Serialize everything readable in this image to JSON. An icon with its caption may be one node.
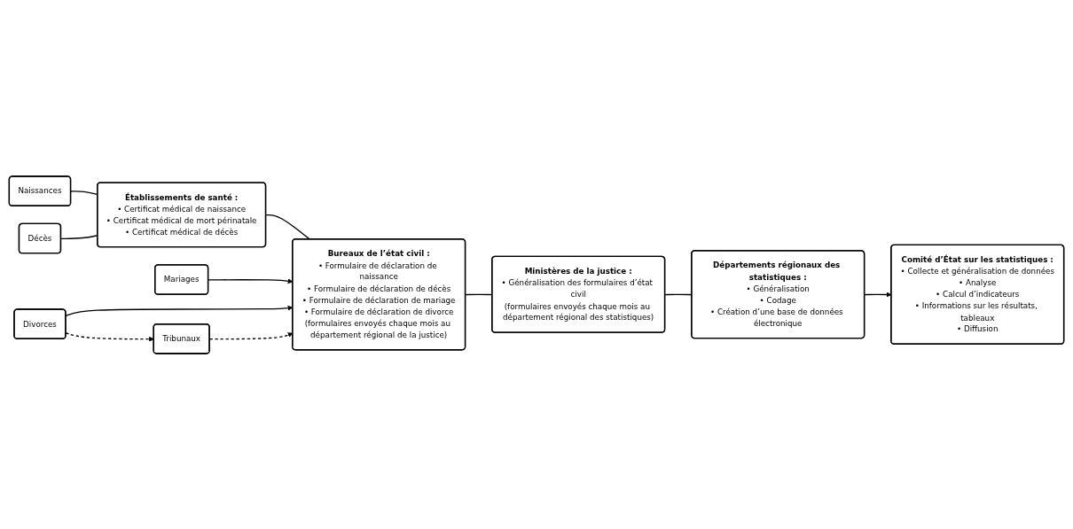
{
  "diagram": {
    "nodes": [
      {
        "text": [
          "Naissances"
        ]
      },
      {
        "text": [
          "Décès"
        ]
      },
      {
        "text": [
          "Établissements de santé :",
          "• Certificat médical de naissance",
          "• Certificat médical de mort périnatale",
          "• Certificat médical de décès"
        ]
      },
      {
        "text": [
          "Bureaux de l’état civil :",
          "• Formulaire de déclaration de naissance",
          "• Formulaire de déclaration de décès",
          "• Formulaire de déclaration de mariage",
          "• Formulaire de déclaration de divorce",
          "(formulaires envoyés chaque mois au département régional de la justice)"
        ]
      },
      {
        "text": [
          "Ministères de la justice :",
          "• Généralisation des formulaires d’état civil",
          "(formulaires envoyés chaque mois au département régional des statistiques)"
        ]
      },
      {
        "text": [
          "Départements régionaux des statistiques :",
          "• Généralisation",
          "• Codage",
          "• Création d’une base de données électronique"
        ]
      },
      {
        "text": [
          "Mariages"
        ]
      },
      {
        "text": [
          "Divorces"
        ]
      },
      {
        "text": [
          "Tribunaux"
        ]
      },
      {
        "text": [
          "Comité d’État sur les statistiques :",
          "• Collecte et généralisation de données",
          "• Analyse",
          "• Calcul d’indicateurs",
          "• Informations sur les résultats, tableaux",
          "• Diffusion"
        ]
      }
    ],
    "edges": [
      {
        "from": 0,
        "to": 2,
        "arrow": "none"
      },
      {
        "from": 1,
        "to": 2,
        "arrow": "none"
      },
      {
        "from": 2,
        "to": 3,
        "arrow": "none"
      },
      {
        "from": 3,
        "to": 4,
        "arrow": "none"
      },
      {
        "from": 4,
        "to": 5,
        "arrow": "none"
      },
      {
        "from": 5,
        "to": 9,
        "arrow": "to"
      },
      {
        "from": 6,
        "to": 3,
        "arrow": "to"
      },
      {
        "from": 7,
        "to": 3,
        "arrow": "to"
      },
      {
        "from": 7,
        "to": 8,
        "arrow": "to",
        "style": "dashed"
      },
      {
        "from": 8,
        "to": 3,
        "arrow": "to",
        "style": "dashed"
      }
    ]
  }
}
